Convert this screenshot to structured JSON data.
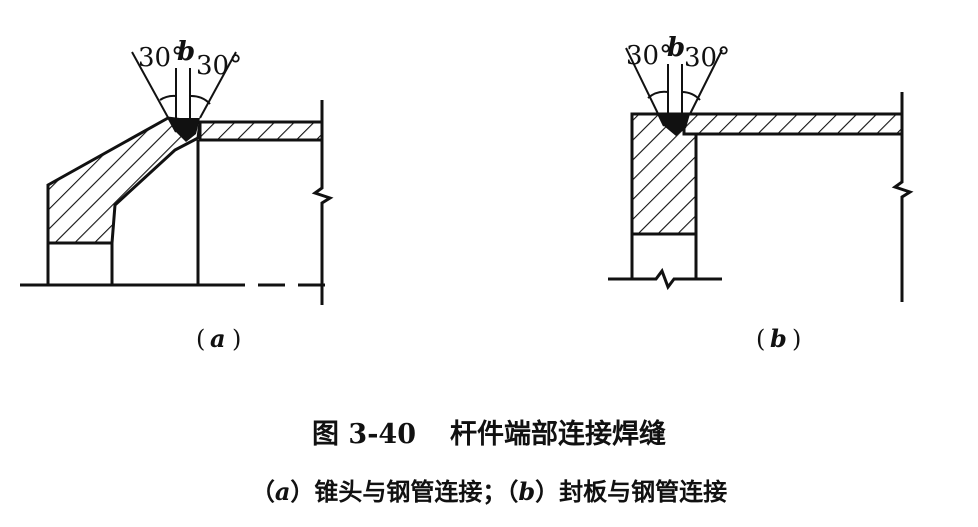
{
  "figure": {
    "number": "图 3-40",
    "title": "杆件端部连接焊缝",
    "caption_a_label": "a",
    "caption_a_text": "锥头与钢管连接；",
    "caption_b_label": "b",
    "caption_b_text": "封板与钢管连接"
  },
  "panel_a": {
    "sublabel": "a",
    "angle_left": "30°",
    "angle_right": "30°",
    "gap_label": "b"
  },
  "panel_b": {
    "sublabel": "b",
    "angle_left": "30°",
    "angle_right": "30°",
    "gap_label": "b"
  }
}
